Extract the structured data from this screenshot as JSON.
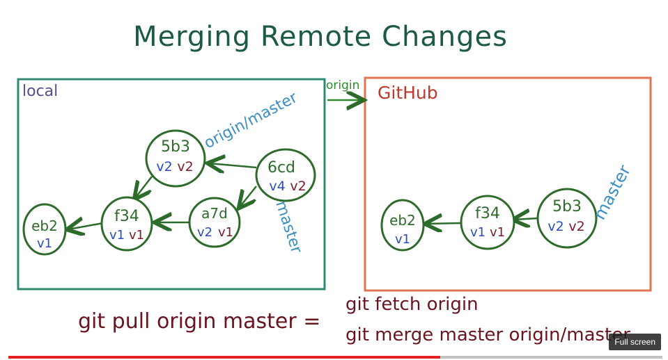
{
  "title": "Merging Remote Changes",
  "local_label": "local",
  "github_label": "GitHub",
  "remote_label": "origin",
  "colors": {
    "title": "#1c5a45",
    "local_box": "#2f8a73",
    "github_box": "#e07552",
    "local_text": "#5a4f8a",
    "github_text": "#c0392b",
    "node": "#2d6b2a",
    "ref": "#3a8fc4",
    "arrow": "#2d6b2a",
    "v_blue": "#2a4cc0",
    "v_red": "#7a1c2a",
    "command": "#6a1420"
  },
  "local": {
    "nodes": [
      {
        "id": "eb2",
        "v1": "v1",
        "v2": ""
      },
      {
        "id": "f34",
        "v1": "v1",
        "v2": "v1"
      },
      {
        "id": "a7d",
        "v1": "v2",
        "v2": "v1"
      },
      {
        "id": "5b3",
        "v1": "v2",
        "v2": "v2"
      },
      {
        "id": "6cd",
        "v1": "v4",
        "v2": "v2"
      }
    ],
    "origin_master": "origin/master",
    "master": "master"
  },
  "github": {
    "nodes": [
      {
        "id": "eb2",
        "v1": "v1",
        "v2": ""
      },
      {
        "id": "f34",
        "v1": "v1",
        "v2": "v1"
      },
      {
        "id": "5b3",
        "v1": "v2",
        "v2": "v2"
      }
    ],
    "master": "master"
  },
  "command": {
    "lhs": "git pull origin master =",
    "line1": "git fetch origin",
    "line2": "git merge master origin/master"
  },
  "player": {
    "fullscreen_label": "Full screen",
    "progress": 0.66
  }
}
